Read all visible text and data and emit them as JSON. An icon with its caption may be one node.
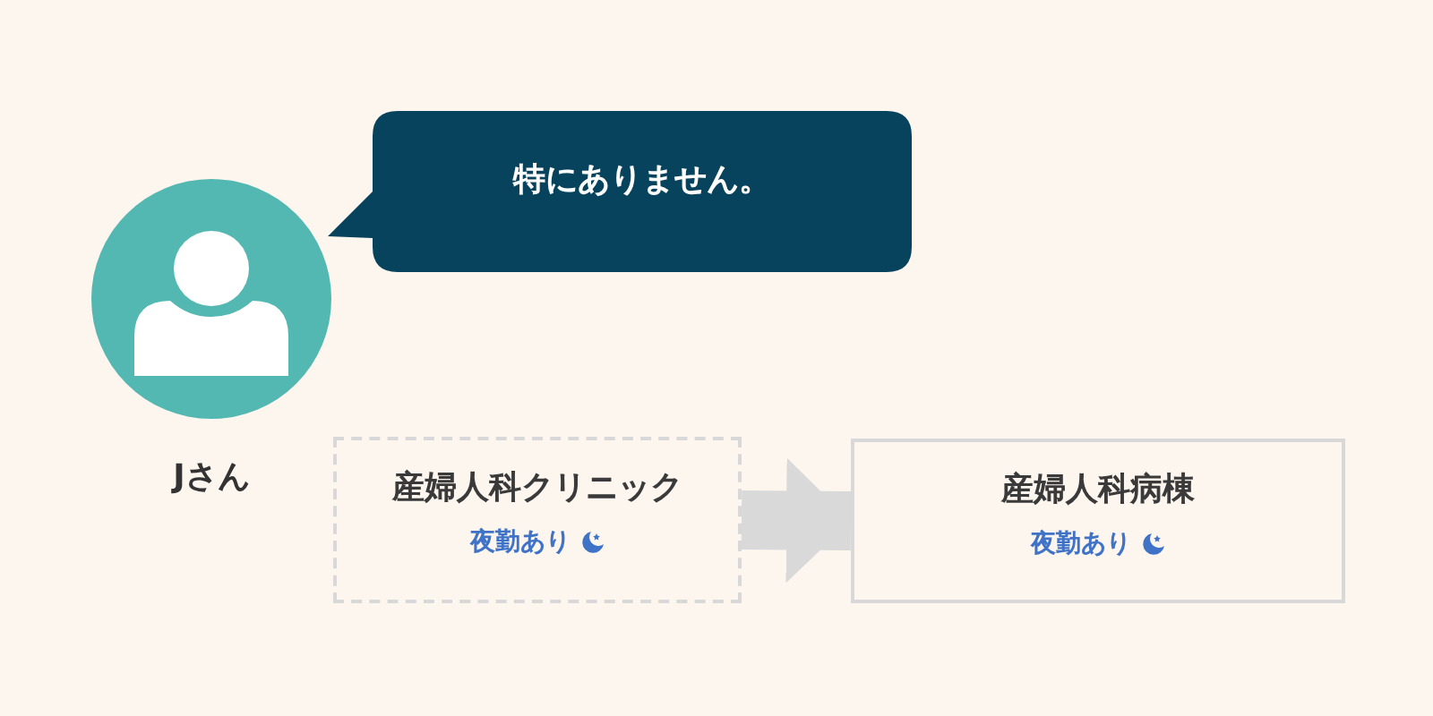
{
  "diagram": {
    "nodes": [
      {
        "text": [],
        "shape": "person",
        "beside": [
          "Jさん"
        ]
      },
      {
        "text": [
          "特にありません。"
        ]
      },
      {
        "text": [
          "産婦人科クリニック",
          "夜勤あり"
        ]
      },
      {
        "text": [
          "産婦人科病棟",
          "夜勤あり"
        ]
      }
    ],
    "edges": [
      {
        "from": 2,
        "to": 3,
        "arrow": "to"
      }
    ]
  }
}
